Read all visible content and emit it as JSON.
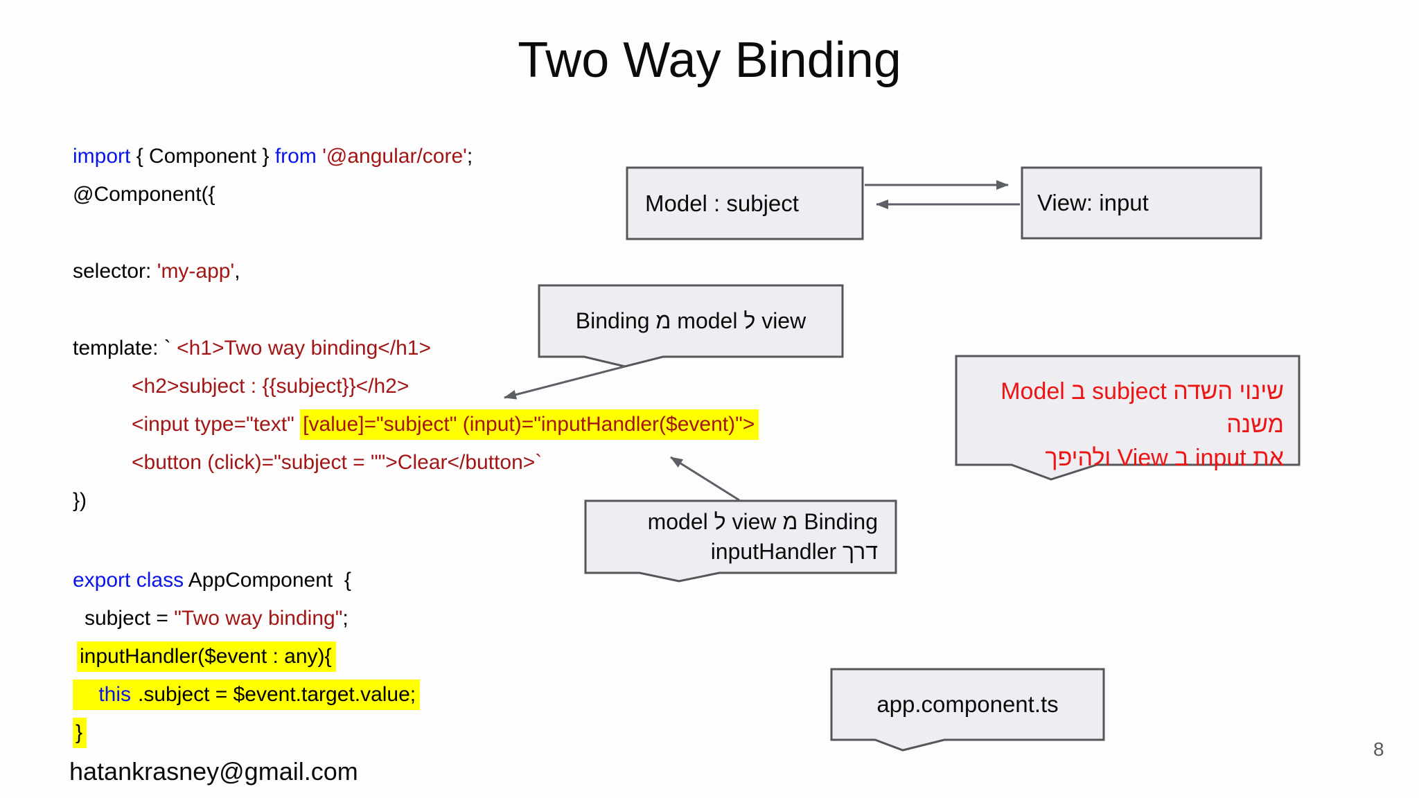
{
  "title": "Two Way Binding",
  "page_number": "8",
  "footer_email": "hatankrasney@gmail.com",
  "colors": {
    "keyword_blue": "#0714ea",
    "string_red": "#a31515",
    "highlight_yellow": "#ffff00",
    "note_red": "#ed1414",
    "box_fill": "#eeedf1",
    "box_border": "#55555a",
    "arrow_gray": "#5c6066"
  },
  "code": {
    "lines": [
      [
        {
          "t": "import",
          "c": "k"
        },
        {
          "t": " { Component } ",
          "c": "d"
        },
        {
          "t": "from",
          "c": "k"
        },
        {
          "t": " ",
          "c": "d"
        },
        {
          "t": "'@angular/core'",
          "c": "s"
        },
        {
          "t": ";",
          "c": "d"
        }
      ],
      [
        {
          "t": "@Component({",
          "c": "d"
        }
      ],
      [
        {
          "t": "selector: ",
          "c": "d"
        },
        {
          "t": "'my-app'",
          "c": "s"
        },
        {
          "t": ",",
          "c": "d"
        }
      ],
      [
        {
          "t": "template: ` ",
          "c": "d"
        },
        {
          "t": "<h1>Two way binding</h1>",
          "c": "s"
        }
      ],
      [
        {
          "t": "<h2>subject : {{subject}}</h2>",
          "c": "s"
        }
      ],
      [
        {
          "t": "<input type=\"text\" ",
          "c": "s"
        },
        {
          "t": "[value]=\"subject\" (input)=\"inputHandler($event)\">",
          "c": "s",
          "h": true
        }
      ],
      [
        {
          "t": "<button (click)=\"subject = \"\">Clear</button>`",
          "c": "s"
        }
      ],
      [
        {
          "t": "})",
          "c": "d"
        }
      ],
      [
        {
          "t": "export class",
          "c": "k"
        },
        {
          "t": " AppComponent  {",
          "c": "d"
        }
      ],
      [
        {
          "t": "subject = ",
          "c": "d"
        },
        {
          "t": "\"Two way binding\"",
          "c": "s"
        },
        {
          "t": ";",
          "c": "d"
        }
      ],
      [
        {
          "t": "inputHandler($event : any){",
          "c": "d",
          "h": true
        }
      ],
      [
        {
          "t": "    this",
          "c": "k",
          "h": true
        },
        {
          "t": ".subject = $event.target.value;",
          "c": "d",
          "h": true
        }
      ],
      [
        {
          "t": "}",
          "c": "d",
          "h": true
        }
      ]
    ]
  },
  "diagram": {
    "model_box_label": "Model : subject",
    "view_box_label": "View: input",
    "callout_model_to_view": "Binding מ model ל view",
    "callout_view_to_model_line1": "Binding מ view ל model",
    "callout_view_to_model_line2": "דרך inputHandler",
    "note_line1": "שינוי השדה subject ב Model משנה",
    "note_line2": "את input ב View ולהיפך",
    "file_label": "app.component.ts"
  }
}
